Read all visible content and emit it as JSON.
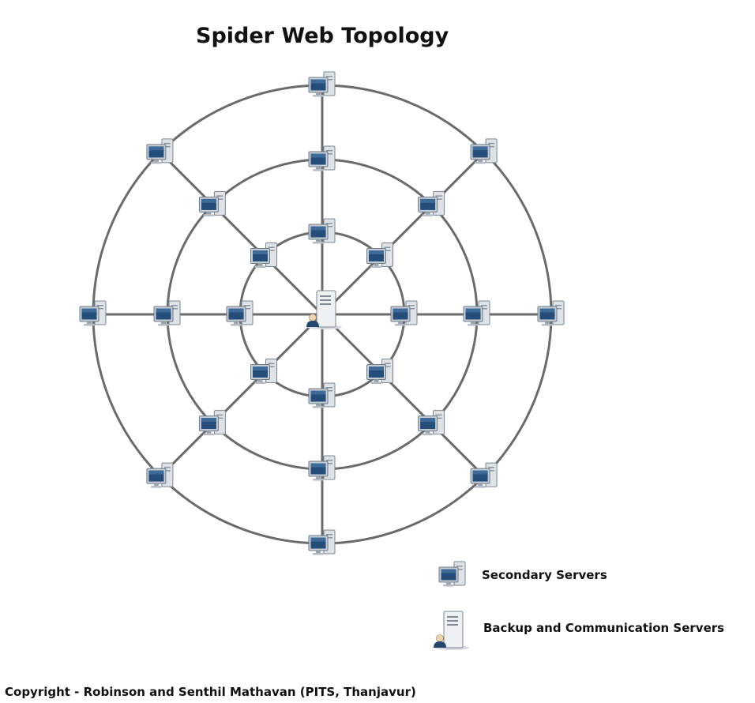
{
  "title": "Spider Web Topology",
  "legend": {
    "secondary_label": "Secondary Servers",
    "backup_label": "Backup and Communication Servers"
  },
  "copyright": "Copyright - Robinson and Senthil Mathavan (PITS, Thanjavur)",
  "topology": {
    "rings": 3,
    "spokes": 8,
    "hub_type": "backup-communication-server",
    "node_type": "secondary-server"
  },
  "colors": {
    "line": "#6b6b6b",
    "monitor_frame": "#b9c2cc",
    "screen": "#1f4a78",
    "tower": "#d9dee4"
  }
}
